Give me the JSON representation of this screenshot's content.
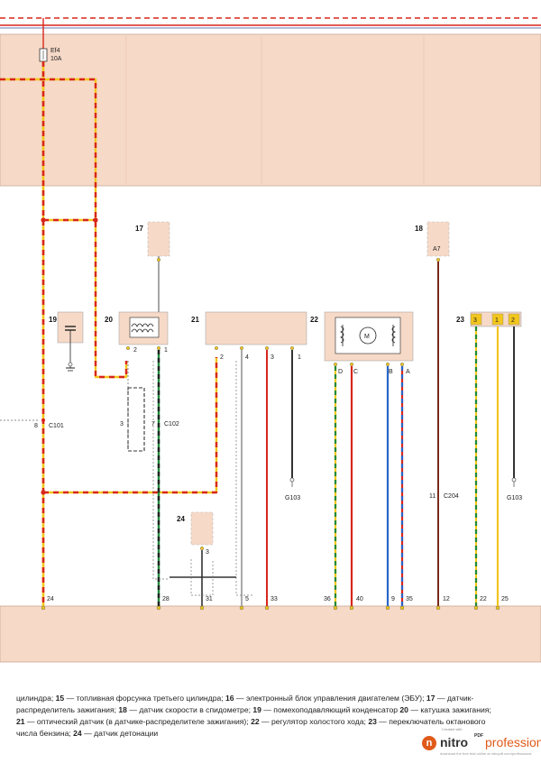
{
  "fuse": {
    "id": "Ef4",
    "rating": "10A"
  },
  "components": {
    "c17": "17",
    "c18": "18",
    "c18_pin": "A7",
    "c19": "19",
    "c20": "20",
    "c21": "21",
    "c22": "22",
    "c22_motor": "M",
    "c23": "23",
    "c24": "24"
  },
  "pins": {
    "c20": [
      "2",
      "1"
    ],
    "c21": [
      "2",
      "4",
      "3",
      "1"
    ],
    "c22": [
      "D",
      "C",
      "B",
      "A"
    ],
    "c23": [
      "3",
      "1",
      "2"
    ],
    "c24": "3"
  },
  "connectors": {
    "c101_pin": "8",
    "c101": "C101",
    "c102_pin_left": "3",
    "c102_pin_right": "7",
    "c102": "C102",
    "c204_pin": "11",
    "c204": "C204",
    "g103_a": "G103",
    "g103_b": "G103"
  },
  "ecu_pins": [
    "24",
    "28",
    "31",
    "5",
    "33",
    "36",
    "40",
    "9",
    "35",
    "12",
    "22",
    "25"
  ],
  "caption": {
    "lines": [
      [
        "цилиндра; ",
        "15",
        " — топливная форсунка третьего цилиндра; ",
        "16",
        " — электронный блок управления двигателем (ЭБУ); ",
        "17",
        " — датчик-"
      ],
      [
        "распределитель зажигания; ",
        "18",
        " — датчик скорости в спидометре; ",
        "19",
        " — помехоподавляющий конденсатор ",
        "20",
        " — катушка зажигания;"
      ],
      [
        "21",
        " — оптический датчик (в датчике-распределителе зажигания); ",
        "22",
        " — регулятор холостого хода; ",
        "23",
        " — переключатель октанового"
      ],
      [
        "числа бензина; ",
        "24",
        " — датчик детонации"
      ]
    ]
  },
  "logo": {
    "small": "Created with",
    "mark": "n",
    "brand": "nitro",
    "super": "PDF",
    "product": "professional",
    "tagline": "download the free trial online at nitropdf.com/professional"
  }
}
